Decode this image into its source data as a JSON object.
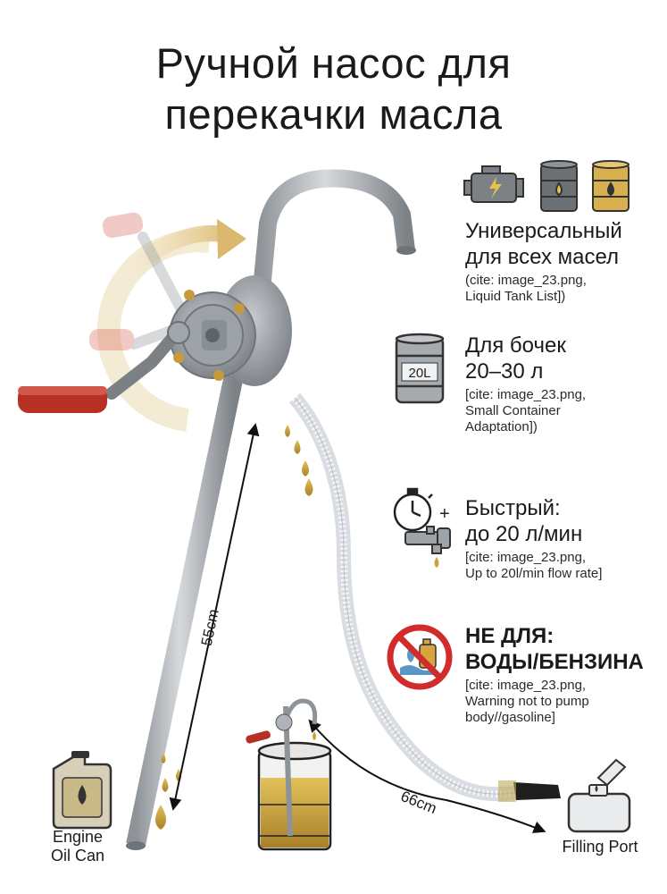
{
  "title": {
    "line1": "Ручной насос для",
    "line2": "перекачки масла"
  },
  "features": [
    {
      "icon": "engine-and-barrels-icon",
      "heading": [
        "Универсальный",
        "для всех масел"
      ],
      "cite": [
        "(cite: image_23.png,",
        "Liquid Tank List])"
      ]
    },
    {
      "icon": "barrel-20l-icon",
      "barrel_label": "20L",
      "heading": [
        "Для бочек",
        "20–30 л"
      ],
      "cite": [
        "[cite: image_23.png,",
        "Small Container",
        "Adaptation])"
      ]
    },
    {
      "icon": "stopwatch-faucet-icon",
      "heading": [
        "Быстрый:",
        "до 20 л/мин"
      ],
      "cite": [
        "[cite: image_23.png,",
        "Up to 20l/min flow rate]"
      ]
    },
    {
      "icon": "prohibited-water-gasoline-icon",
      "heading": [
        "НЕ ДЛЯ:",
        "ВОДЫ/БЕНЗИНА"
      ],
      "cite": [
        "[cite: image_23.png,",
        "Warning not to pump",
        "body//gasoline]"
      ]
    }
  ],
  "dimensions": {
    "tube_length": "55cm",
    "hose_length": "66cm"
  },
  "labels": {
    "engine_oil_can": [
      "Engine",
      "Oil Can"
    ],
    "filling_port": "Filling Port"
  },
  "colors": {
    "metal": "#a9adb2",
    "handle": "#b73024",
    "oil": "#c9a23a",
    "arrow": "#e3c892",
    "prohibit": "#d12b2b"
  }
}
